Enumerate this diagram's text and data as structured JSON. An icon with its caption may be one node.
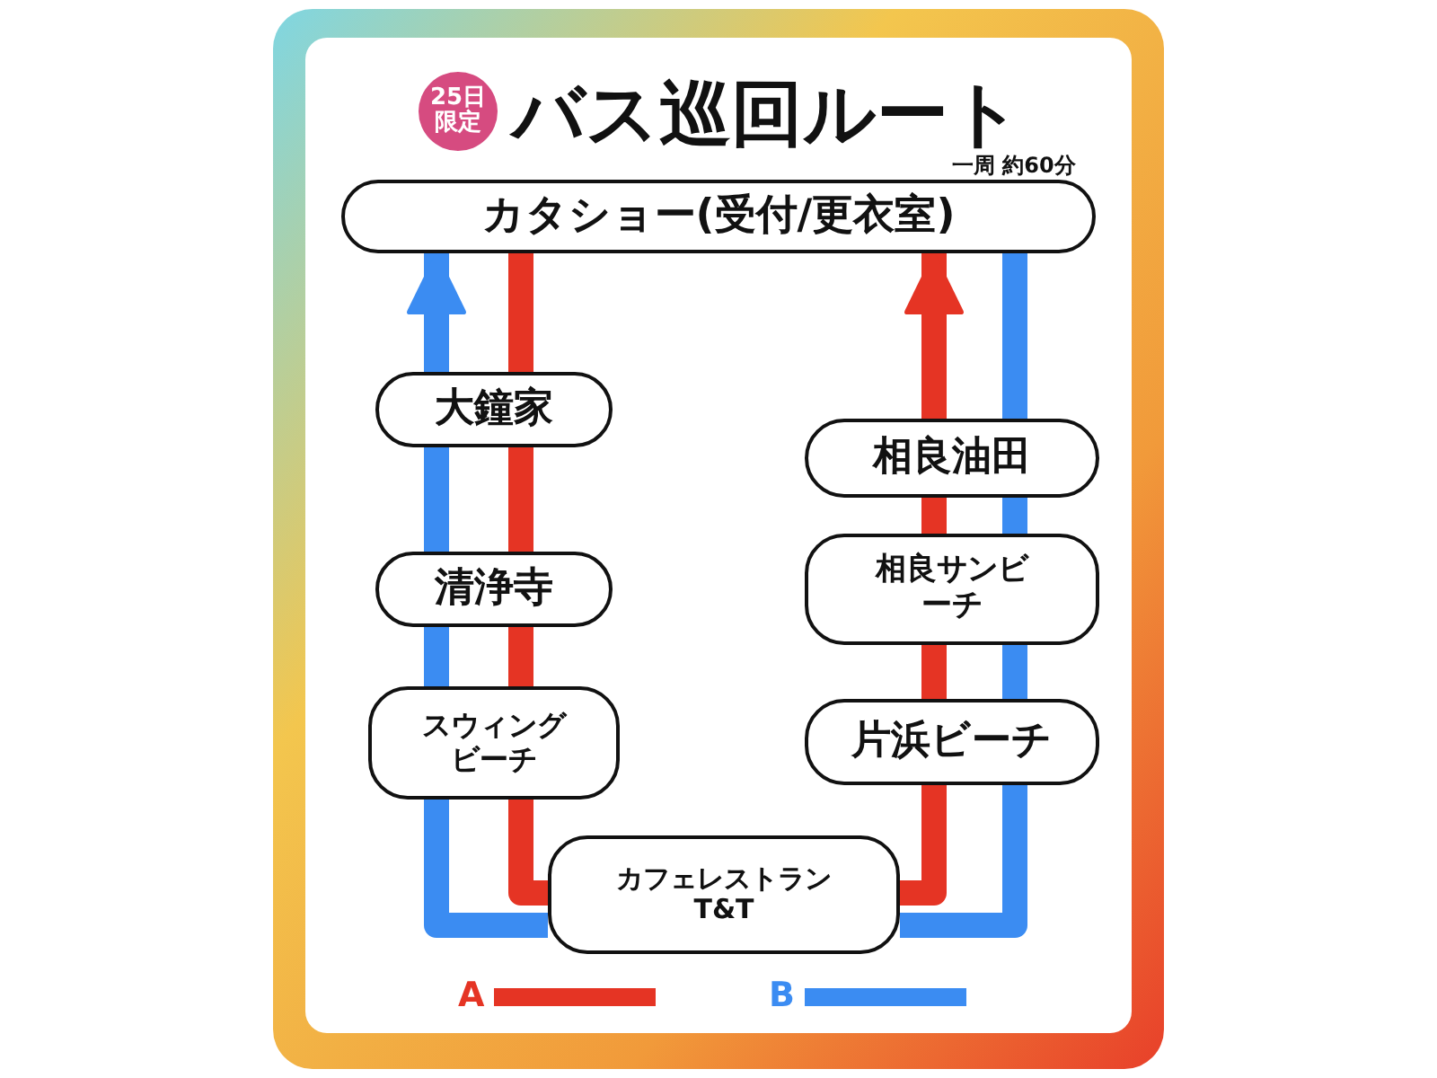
{
  "diagram": {
    "title": "バス巡回ルート",
    "nodes": [
      {
        "text": [
          "25日限定"
        ]
      },
      {
        "text": [
          "カタショー(受付/更衣室)"
        ]
      },
      {
        "text": [
          "大鐘家"
        ]
      },
      {
        "text": [
          "相良油田"
        ]
      },
      {
        "text": [
          "清浄寺"
        ]
      },
      {
        "text": [
          "相良サンビーチ"
        ]
      },
      {
        "text": [
          "スウィングビーチ"
        ]
      },
      {
        "text": [
          "片浜ビーチ"
        ]
      },
      {
        "text": [
          "カフェレストランT&T"
        ]
      }
    ],
    "edges": [
      {
        "from": 1,
        "to": 2,
        "arrow": "none",
        "color": "#e53424"
      },
      {
        "from": 2,
        "to": 4,
        "arrow": "none",
        "color": "#e53424"
      },
      {
        "from": 4,
        "to": 6,
        "arrow": "none",
        "color": "#e53424"
      },
      {
        "from": 6,
        "to": 8,
        "arrow": "none",
        "color": "#e53424"
      },
      {
        "from": 8,
        "to": 7,
        "arrow": "none",
        "color": "#e53424"
      },
      {
        "from": 7,
        "to": 5,
        "arrow": "none",
        "color": "#e53424"
      },
      {
        "from": 5,
        "to": 3,
        "arrow": "none",
        "color": "#e53424"
      },
      {
        "from": 3,
        "to": 1,
        "arrow": "to",
        "color": "#e53424"
      },
      {
        "from": 1,
        "to": 3,
        "arrow": "none",
        "color": "#3b8cf2"
      },
      {
        "from": 3,
        "to": 5,
        "arrow": "none",
        "color": "#3b8cf2"
      },
      {
        "from": 5,
        "to": 7,
        "arrow": "none",
        "color": "#3b8cf2"
      },
      {
        "from": 7,
        "to": 8,
        "arrow": "none",
        "color": "#3b8cf2"
      },
      {
        "from": 8,
        "to": 6,
        "arrow": "none",
        "color": "#3b8cf2"
      },
      {
        "from": 6,
        "to": 4,
        "arrow": "none",
        "color": "#3b8cf2"
      },
      {
        "from": 4,
        "to": 2,
        "arrow": "none",
        "color": "#3b8cf2"
      },
      {
        "from": 2,
        "to": 1,
        "arrow": "to",
        "color": "#3b8cf2"
      }
    ],
    "labels": [
      "一周 約60分"
    ],
    "legend": [
      {
        "text": "A",
        "color": "#e53424"
      },
      {
        "text": "B",
        "color": "#3b8cf2"
      }
    ]
  }
}
